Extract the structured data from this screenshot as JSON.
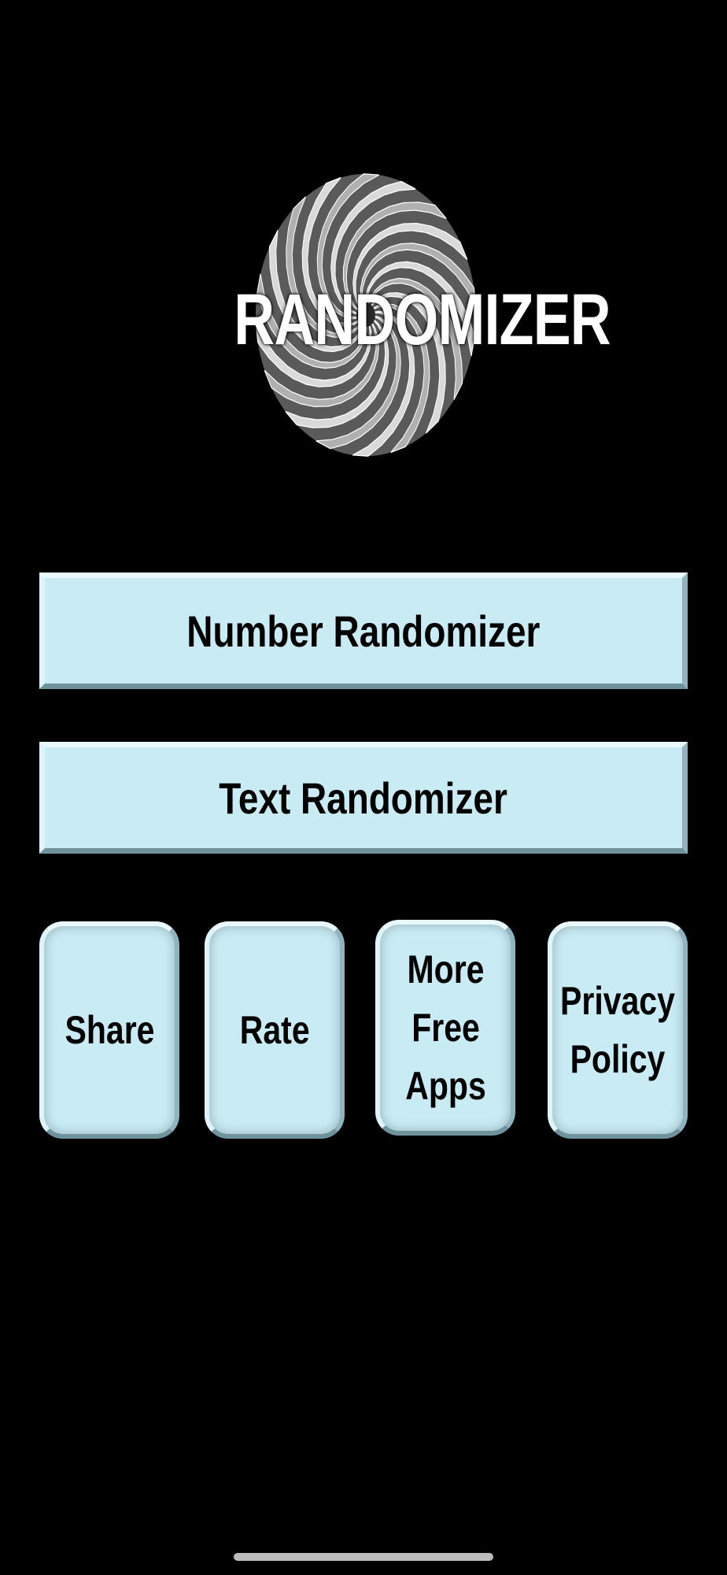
{
  "logo": {
    "title": "RANDOMIZER",
    "icon": "spiral-pinwheel-icon"
  },
  "buttons": {
    "number_randomizer": "Number Randomizer",
    "text_randomizer": "Text Randomizer",
    "share": "Share",
    "rate": "Rate",
    "more_free_apps": "More\nFree\nApps",
    "privacy_policy": "Privacy\nPolicy"
  },
  "colors": {
    "background": "#000000",
    "button_face": "#c8ebf4",
    "text": "#000000"
  }
}
